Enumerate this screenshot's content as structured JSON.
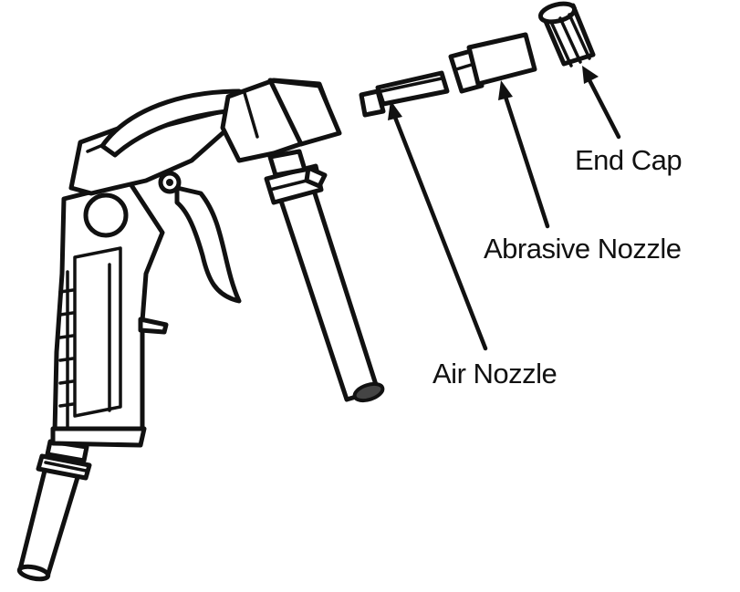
{
  "labels": {
    "end_cap": "End Cap",
    "abrasive_nozzle": "Abrasive Nozzle",
    "air_nozzle": "Air Nozzle"
  },
  "colors": {
    "ink": "#111111",
    "background": "#ffffff"
  }
}
